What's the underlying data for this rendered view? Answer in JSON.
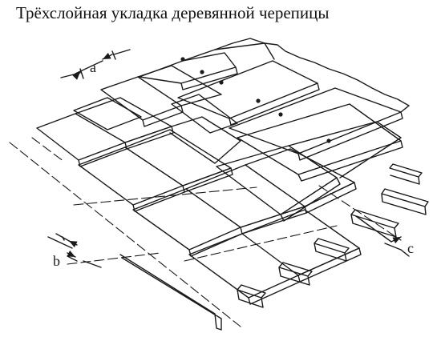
{
  "title": "Трёхслойная укладка деревянной черепицы",
  "labels": {
    "a": "a",
    "b": "b",
    "c": "c"
  },
  "colors": {
    "ink": "#1a1a1a",
    "paper": "#ffffff"
  }
}
